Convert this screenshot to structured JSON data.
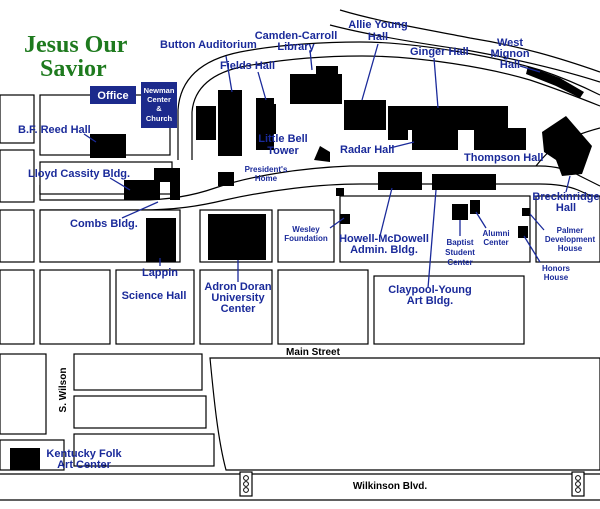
{
  "map": {
    "title_lines": [
      "Jesus Our",
      "Savior"
    ],
    "office_label": "Office",
    "newman_lines": [
      "Newman",
      "Center",
      "&",
      "Church"
    ],
    "buildings": {
      "button_auditorium": "Button Auditorium",
      "camden_carroll": [
        "Camden-Carroll",
        "Library"
      ],
      "allie_young": [
        "Allie Young",
        "Hall"
      ],
      "ginger_hall": "Ginger Hall",
      "west_mignon": [
        "West",
        "Mignon",
        "Hall"
      ],
      "fields_hall": "Fields Hall",
      "bf_reed": "B.F. Reed Hall",
      "little_bell": [
        "Little Bell",
        "Tower"
      ],
      "radar_hall": "Radar Hall",
      "thompson_hall": "Thompson Hall",
      "presidents_home": [
        "President's",
        "Home"
      ],
      "lloyd_cassity": "Lloyd Cassity Bldg.",
      "breckinridge": [
        "Breckinridge",
        "Hall"
      ],
      "combs": "Combs Bldg.",
      "wesley": [
        "Wesley",
        "Foundation"
      ],
      "howell_mcdowell": [
        "Howell-McDowell",
        "Admin. Bldg."
      ],
      "baptist": [
        "Baptist",
        "Student",
        "Center"
      ],
      "alumni": [
        "Alumni",
        "Center"
      ],
      "palmer": [
        "Palmer",
        "Development",
        "House"
      ],
      "honors": [
        "Honors",
        "House"
      ],
      "lappin": [
        "Lappin",
        "Science Hall"
      ],
      "adron_doran": [
        "Adron Doran",
        "University",
        "Center"
      ],
      "claypool_young": [
        "Claypool-Young",
        "Art Bldg."
      ],
      "kentucky_folk": [
        "Kentucky Folk",
        "Art Center"
      ]
    },
    "streets": {
      "main": "Main Street",
      "wilson": "S. Wilson",
      "wilkinson": "Wilkinson Blvd."
    },
    "colors": {
      "label": "#1a2a9a",
      "title": "#1e7a1e",
      "office_box": "#1c2a8c",
      "building": "#000000"
    }
  }
}
